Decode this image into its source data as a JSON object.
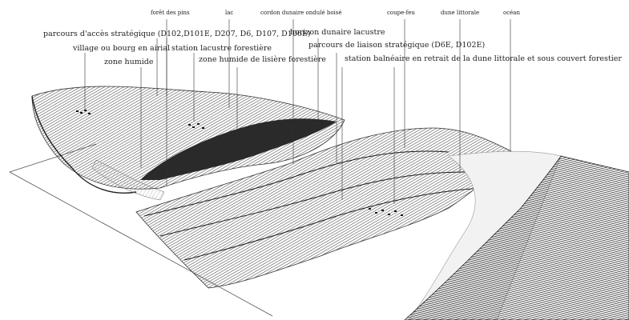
{
  "labels": {
    "pine_forest": "forêt des pins",
    "lake": "lac",
    "wooded_dune_ridge": "cordon dunaire ondulé boisé",
    "firebreak": "coupe-feu",
    "coastal_dune": "dune littorale",
    "ocean": "océan",
    "strategic_access": "parcours d'accès stratégique (D102,D101E, D207, D6, D107, D106E)",
    "lake_dune_horizon": "horizon dunaire lacustre",
    "village": "village ou bourg en airial",
    "lake_station": "station lacustre forestière",
    "strategic_link": "parcours de liaison stratégique (D6E, D102E)",
    "wetland": "zone humide",
    "forest_edge_wetland": "zone humide de lisière forestière",
    "beach_resort": "station balnéaire en retrait de la dune littorale et sous couvert forestier"
  },
  "colors": {
    "ink": "#222222",
    "lake": "#2a2a2a",
    "ocean": "#3a3a3a",
    "forest": "#6e6e6e",
    "sand": "#f2f2f2"
  }
}
